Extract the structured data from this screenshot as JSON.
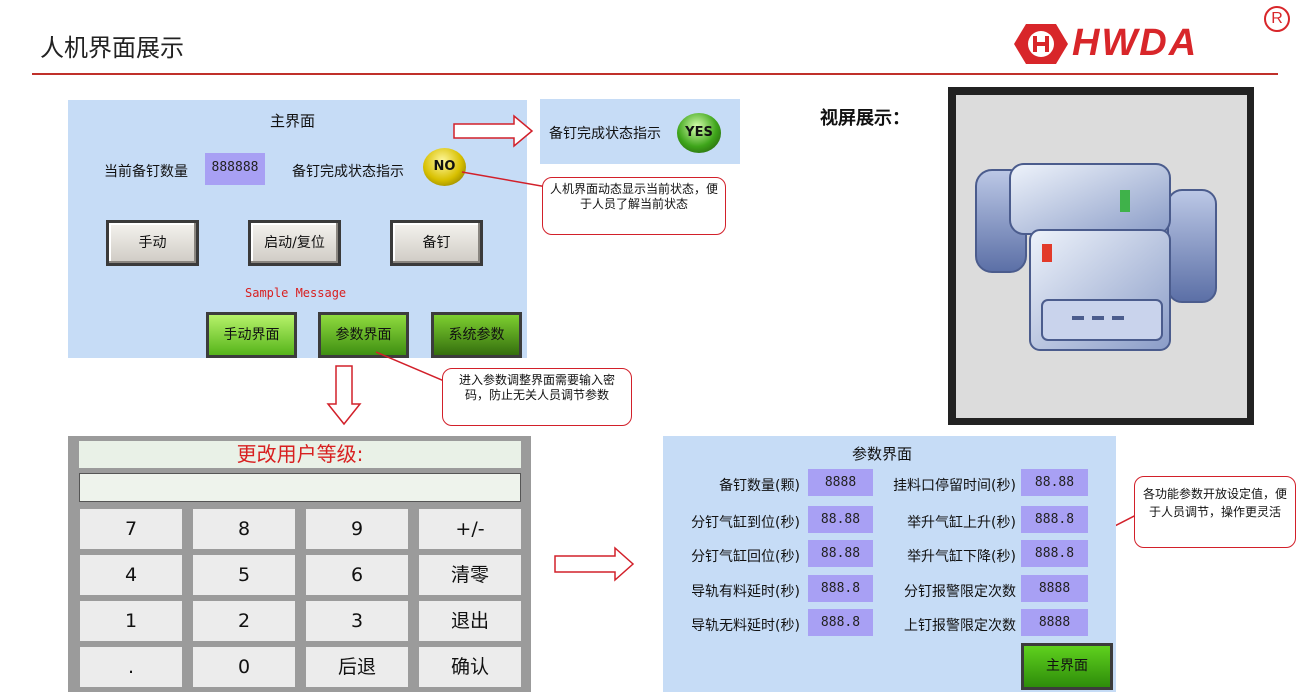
{
  "page": {
    "title": "人机界面展示",
    "logo_text": "HWDA",
    "logo_reg": "R",
    "view_label": "视屏展示："
  },
  "hmi_main": {
    "title": "主界面",
    "count_label": "当前备钉数量",
    "count_value": "888888",
    "status_label": "备钉完成状态指示",
    "lamp_no": "NO",
    "buttons": [
      "手动",
      "启动/复位",
      "备钉"
    ],
    "sample_message": "Sample Message",
    "nav_buttons": [
      "手动界面",
      "参数界面",
      "系统参数"
    ]
  },
  "yes_indicator": {
    "label": "备钉完成状态指示",
    "lamp_yes": "YES"
  },
  "callouts": {
    "status": "人机界面动态显示当前状态，便于人员了解当前状态",
    "password": "进入参数调整界面需要输入密码，防止无关人员调节参数",
    "params": "各功能参数开放设定值，便于人员调节，操作更灵活"
  },
  "keypad": {
    "title": "更改用户等级:",
    "input_value": "",
    "keys": [
      "7",
      "8",
      "9",
      "+/-",
      "4",
      "5",
      "6",
      "清零",
      "1",
      "2",
      "3",
      "退出",
      ".",
      "0",
      "后退",
      "确认"
    ]
  },
  "params_panel": {
    "title": "参数界面",
    "rows": [
      {
        "l_label": "备钉数量(颗)",
        "l_value": "8888",
        "r_label": "挂料口停留时间(秒)",
        "r_value": "88.88"
      },
      {
        "l_label": "分钉气缸到位(秒)",
        "l_value": "88.88",
        "r_label": "举升气缸上升(秒)",
        "r_value": "888.8"
      },
      {
        "l_label": "分钉气缸回位(秒)",
        "l_value": "88.88",
        "r_label": "举升气缸下降(秒)",
        "r_value": "888.8"
      },
      {
        "l_label": "导轨有料延时(秒)",
        "l_value": "888.8",
        "r_label": "分钉报警限定次数",
        "r_value": "8888"
      },
      {
        "l_label": "导轨无料延时(秒)",
        "l_value": "888.8",
        "r_label": "上钉报警限定次数",
        "r_value": "8888"
      }
    ],
    "home_button": "主界面"
  },
  "colors": {
    "accent_red": "#d8262a",
    "panel_blue": "#c6dcf6",
    "value_purple": "#a8a0f4",
    "button_green": "#5fb51d"
  },
  "icons": {
    "screen_icon": "machine-icon"
  }
}
